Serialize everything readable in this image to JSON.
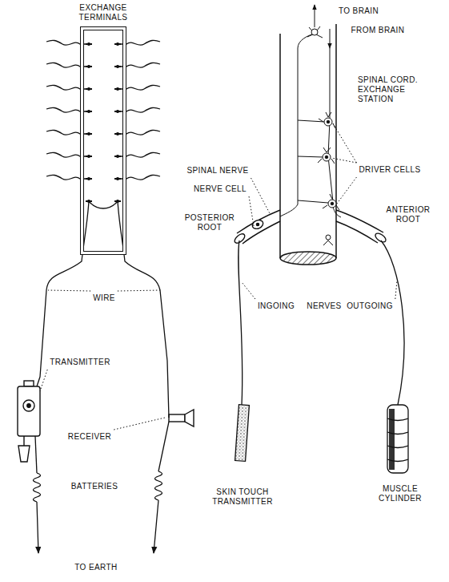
{
  "diagram": {
    "nodes": [
      {
        "text": [
          "EXCHANGE TERMINALS"
        ]
      }
    ],
    "labels": [
      "WIRE",
      "TRANSMITTER",
      "RECEIVER",
      "BATTERIES",
      "TO EARTH",
      "TO BRAIN",
      "FROM BRAIN",
      "SPINAL CORD. EXCHANGE STATION",
      "DRIVER CELLS",
      "SPINAL NERVE",
      "NERVE CELL",
      "POSTERIOR ROOT",
      "ANTERIOR ROOT",
      "INGOING",
      "NERVES",
      "OUTGOING",
      "SKIN TOUCH TRANSMITTER",
      "MUSCLE CYLINDER"
    ]
  }
}
